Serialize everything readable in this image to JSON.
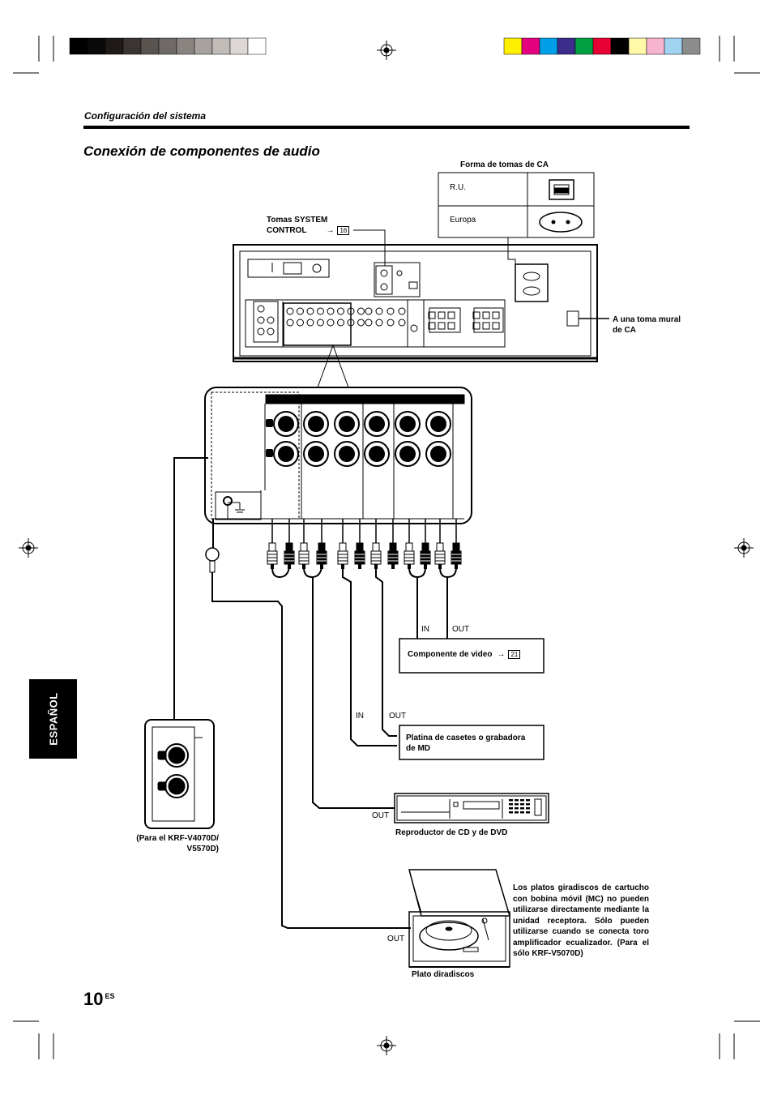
{
  "header": {
    "section": "Configuración del sistema",
    "title": "Conexión de componentes de audio"
  },
  "ac_box": {
    "title": "Forma de tomas de CA",
    "row1": "R.U.",
    "row2": "Europa"
  },
  "system_control": {
    "line1": "Tomas SYSTEM",
    "line2": "CONTROL",
    "ref": "16"
  },
  "wall_outlet": {
    "line1": "A una toma mural",
    "line2": "de CA"
  },
  "video": {
    "in": "IN",
    "out": "OUT",
    "label": "Componente de video",
    "ref": "21"
  },
  "cassette": {
    "in": "IN",
    "out": "OUT",
    "line1": "Platina de casetes o grabadora",
    "line2": "de MD"
  },
  "cd": {
    "out": "OUT",
    "label": "Reproductor de CD y de DVD"
  },
  "phono_small": {
    "line1": "(Para el KRF-V4070D/",
    "line2": "V5570D)"
  },
  "turntable": {
    "out": "OUT",
    "label": "Plato diradiscos",
    "note": "Los platos giradiscos de cartucho con bobina móvil (MC) no pueden utilizarse directamente mediante la unidad receptora. Sólo pueden utilizarse cuando se conecta toro amplificador ecualizador. (Para el sólo KRF-V5070D)"
  },
  "side_tab": "ESPAÑOL",
  "page": {
    "number": "10",
    "suffix": "ES"
  },
  "colors": {
    "grays": [
      "#000000",
      "#0a0a0a",
      "#1f1a18",
      "#3a3432",
      "#5a5451",
      "#6f6a67",
      "#8a8481",
      "#a7a2a0",
      "#c2bcb9",
      "#ddd8d5",
      "#ffffff"
    ],
    "process": [
      "#ffef00",
      "#e5007e",
      "#00a0e9",
      "#3c2d8c",
      "#00a040",
      "#e60033",
      "#000000",
      "#fff9a8",
      "#f7b4cf",
      "#9fd3f0",
      "#8c8c8c"
    ]
  }
}
